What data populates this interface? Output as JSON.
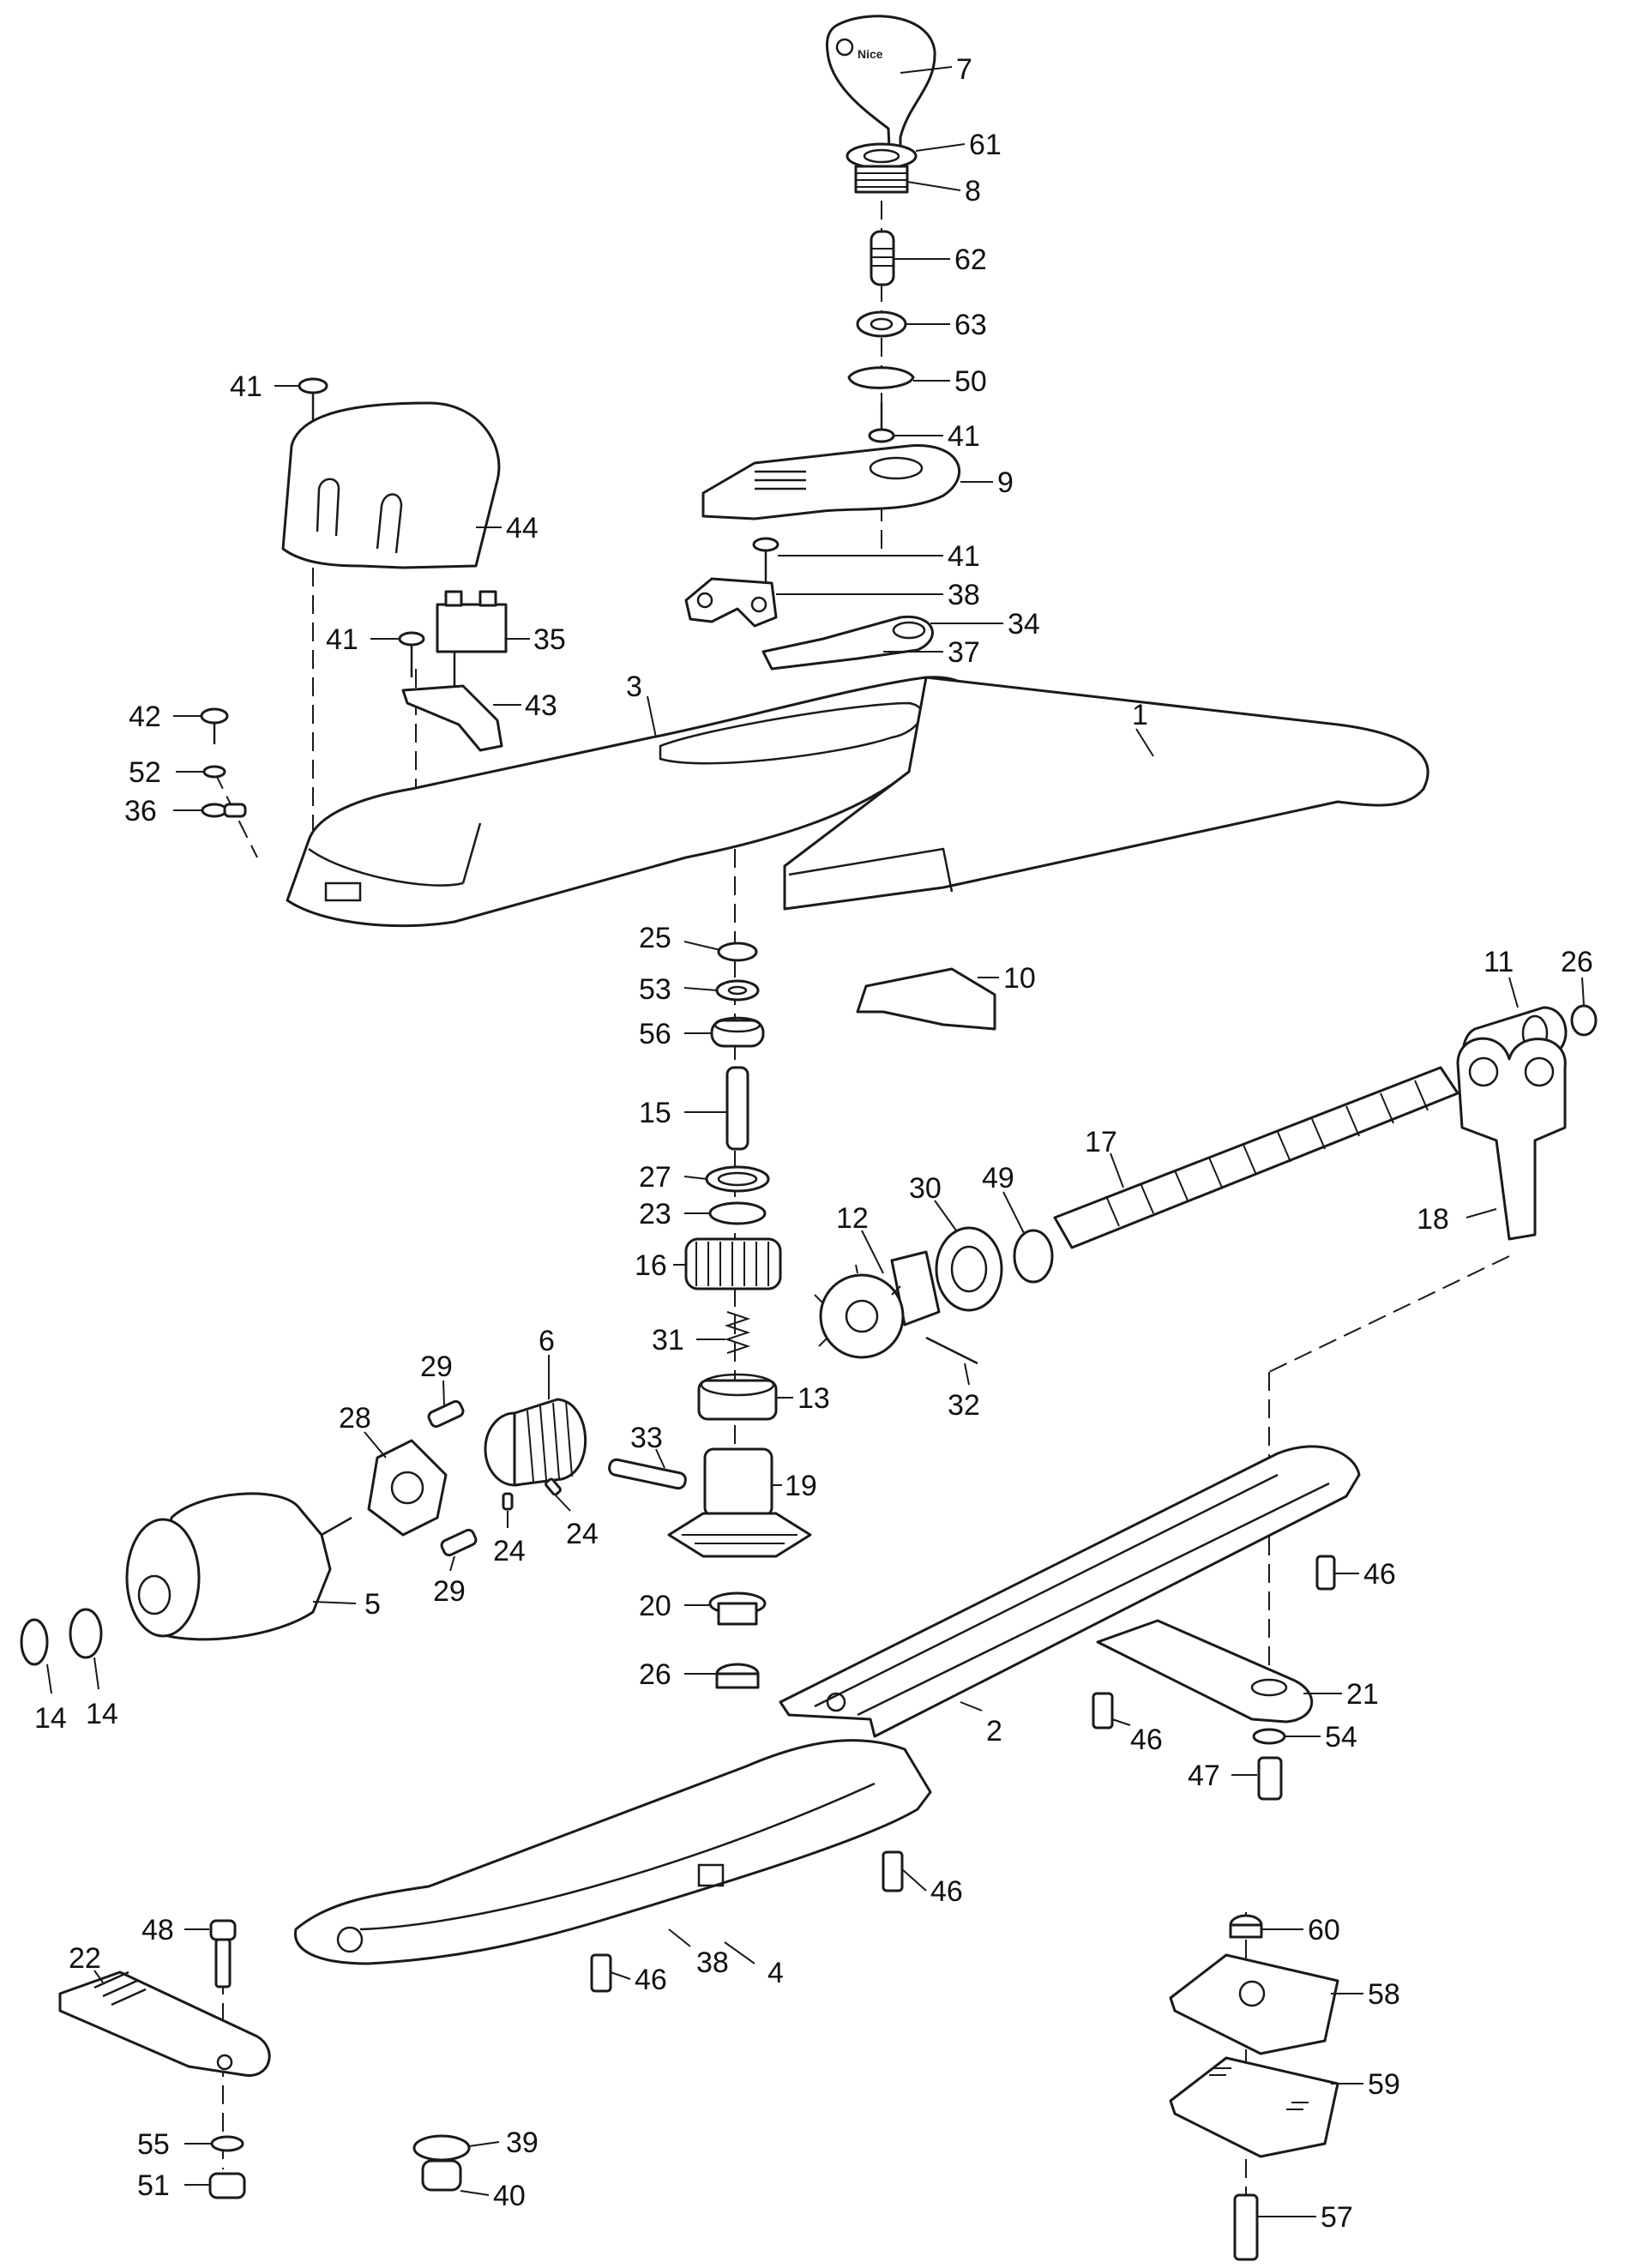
{
  "diagram": {
    "type": "exploded-parts-view",
    "line_color": "#1a1a1a",
    "background": "#ffffff",
    "logo_text": "Nice",
    "callouts": [
      {
        "id": "p7",
        "label": "7"
      },
      {
        "id": "p61",
        "label": "61"
      },
      {
        "id": "p8",
        "label": "8"
      },
      {
        "id": "p62",
        "label": "62"
      },
      {
        "id": "p63",
        "label": "63"
      },
      {
        "id": "p50",
        "label": "50"
      },
      {
        "id": "p41a",
        "label": "41"
      },
      {
        "id": "p9",
        "label": "9"
      },
      {
        "id": "p41b",
        "label": "41"
      },
      {
        "id": "p38a",
        "label": "38"
      },
      {
        "id": "p34",
        "label": "34"
      },
      {
        "id": "p37",
        "label": "37"
      },
      {
        "id": "p41c",
        "label": "41"
      },
      {
        "id": "p44",
        "label": "44"
      },
      {
        "id": "p41d",
        "label": "41"
      },
      {
        "id": "p35",
        "label": "35"
      },
      {
        "id": "p43",
        "label": "43"
      },
      {
        "id": "p42",
        "label": "42"
      },
      {
        "id": "p52",
        "label": "52"
      },
      {
        "id": "p36",
        "label": "36"
      },
      {
        "id": "p3",
        "label": "3"
      },
      {
        "id": "p1",
        "label": "1"
      },
      {
        "id": "p25",
        "label": "25"
      },
      {
        "id": "p53",
        "label": "53"
      },
      {
        "id": "p56",
        "label": "56"
      },
      {
        "id": "p10",
        "label": "10"
      },
      {
        "id": "p11",
        "label": "11"
      },
      {
        "id": "p26a",
        "label": "26"
      },
      {
        "id": "p15",
        "label": "15"
      },
      {
        "id": "p27",
        "label": "27"
      },
      {
        "id": "p23",
        "label": "23"
      },
      {
        "id": "p16",
        "label": "16"
      },
      {
        "id": "p31",
        "label": "31"
      },
      {
        "id": "p13",
        "label": "13"
      },
      {
        "id": "p12",
        "label": "12"
      },
      {
        "id": "p30",
        "label": "30"
      },
      {
        "id": "p49",
        "label": "49"
      },
      {
        "id": "p17",
        "label": "17"
      },
      {
        "id": "p18",
        "label": "18"
      },
      {
        "id": "p32",
        "label": "32"
      },
      {
        "id": "p29a",
        "label": "29"
      },
      {
        "id": "p6",
        "label": "6"
      },
      {
        "id": "p28",
        "label": "28"
      },
      {
        "id": "p33",
        "label": "33"
      },
      {
        "id": "p19",
        "label": "19"
      },
      {
        "id": "p24a",
        "label": "24"
      },
      {
        "id": "p24b",
        "label": "24"
      },
      {
        "id": "p29b",
        "label": "29"
      },
      {
        "id": "p5",
        "label": "5"
      },
      {
        "id": "p20",
        "label": "20"
      },
      {
        "id": "p26b",
        "label": "26"
      },
      {
        "id": "p14a",
        "label": "14"
      },
      {
        "id": "p14b",
        "label": "14"
      },
      {
        "id": "p46a",
        "label": "46"
      },
      {
        "id": "p21",
        "label": "21"
      },
      {
        "id": "p2",
        "label": "2"
      },
      {
        "id": "p46b",
        "label": "46"
      },
      {
        "id": "p54",
        "label": "54"
      },
      {
        "id": "p47",
        "label": "47"
      },
      {
        "id": "p46c",
        "label": "46"
      },
      {
        "id": "p48",
        "label": "48"
      },
      {
        "id": "p22",
        "label": "22"
      },
      {
        "id": "p4",
        "label": "4"
      },
      {
        "id": "p38b",
        "label": "38"
      },
      {
        "id": "p46d",
        "label": "46"
      },
      {
        "id": "p60",
        "label": "60"
      },
      {
        "id": "p58",
        "label": "58"
      },
      {
        "id": "p59",
        "label": "59"
      },
      {
        "id": "p55",
        "label": "55"
      },
      {
        "id": "p51",
        "label": "51"
      },
      {
        "id": "p39",
        "label": "39"
      },
      {
        "id": "p40",
        "label": "40"
      },
      {
        "id": "p57",
        "label": "57"
      }
    ]
  }
}
